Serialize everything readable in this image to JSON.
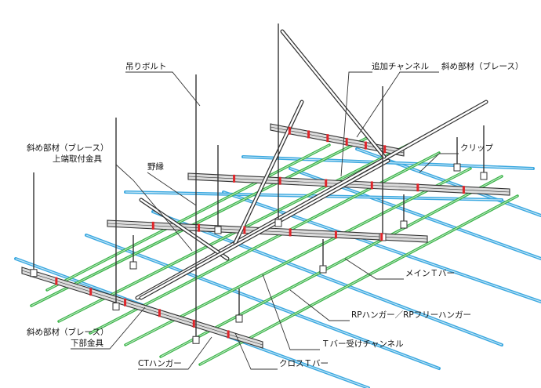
{
  "diagram": {
    "labels": {
      "hanger_bolt": "吊りボルト",
      "added_channel": "追加チャンネル",
      "brace_top": "斜め部材（ブレース）",
      "clip": "クリップ",
      "brace_upper_fitting_1": "斜め部材（ブレース）",
      "brace_upper_fitting_2": "上端取付金具",
      "furring": "野縁",
      "main_t_bar": "メインＴバー",
      "rp_hanger": "RPハンガー／RPフリーハンガー",
      "brace_lower_fitting_1": "斜め部材（ブレース）",
      "brace_lower_fitting_2": "下部金具",
      "t_bar_channel": "Ｔバー受けチャンネル",
      "ct_hanger": "CTハンガー",
      "cross_t_bar": "クロスＴバー"
    },
    "colors": {
      "main_t_bar": "#3aa8e0",
      "furring": "#3cb54a",
      "clip": "#e0262b",
      "steel": "#333333",
      "steel_fill": "#dcdcdc"
    }
  }
}
